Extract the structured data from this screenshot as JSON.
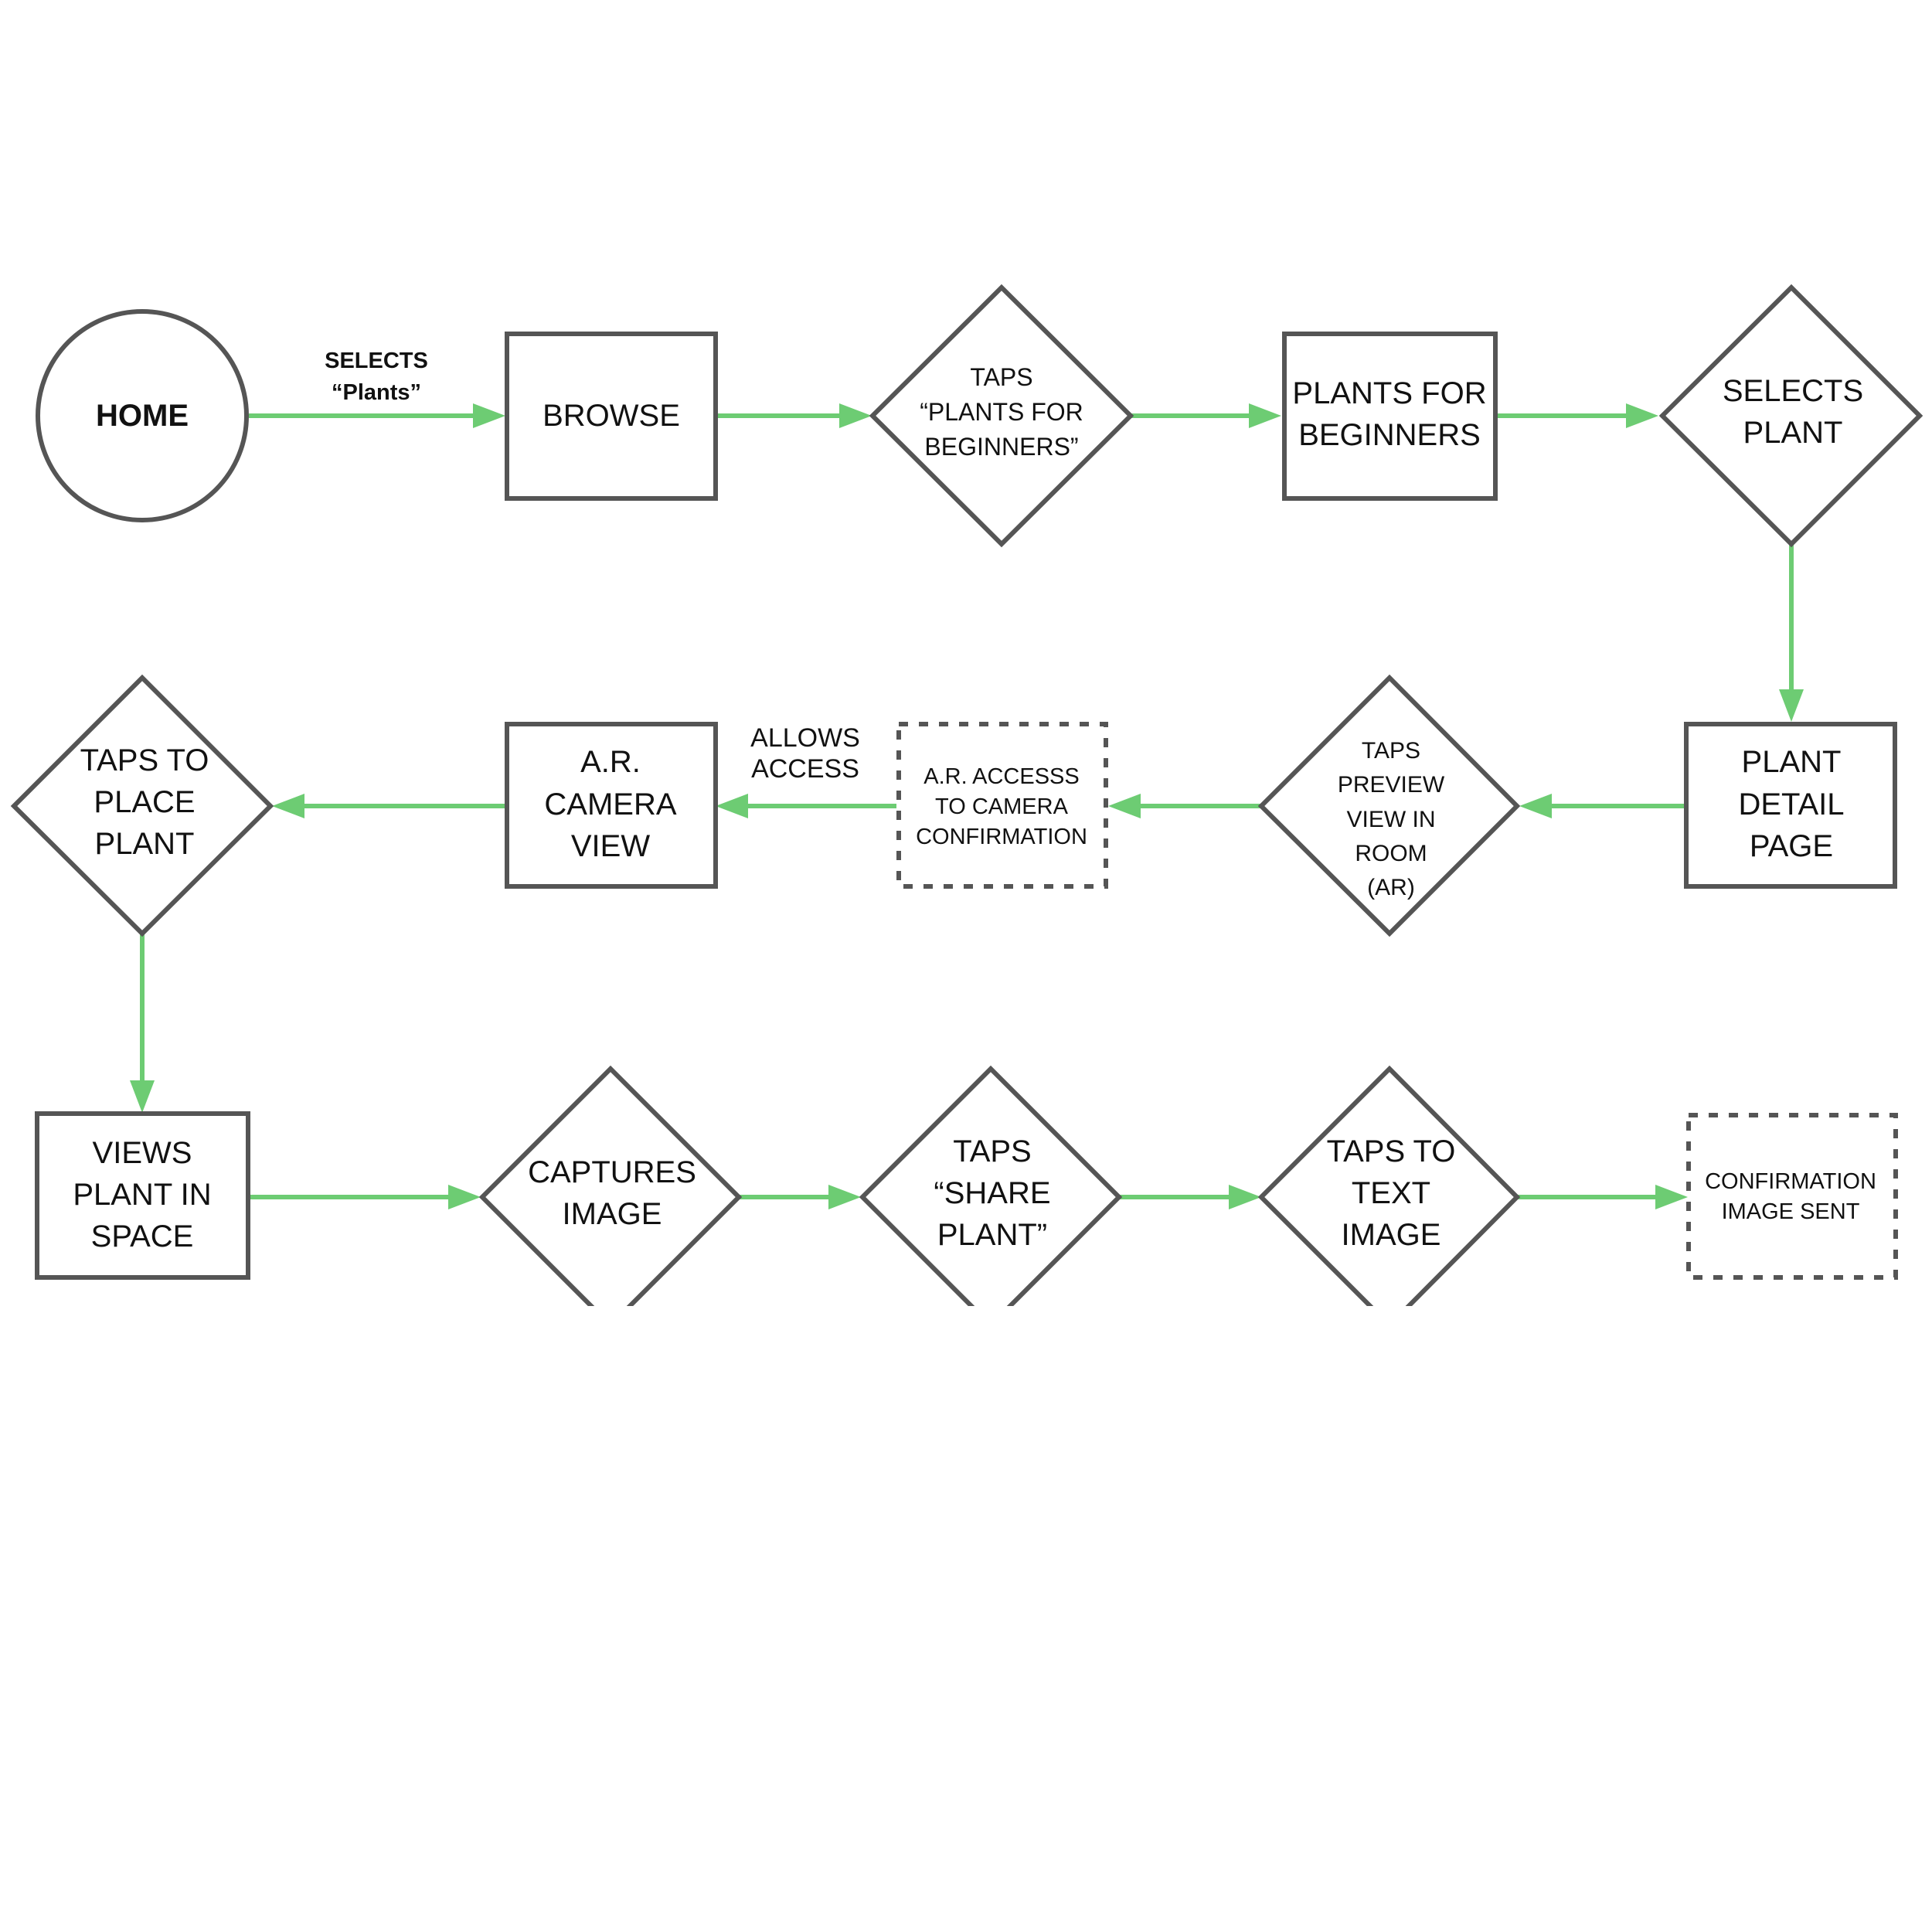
{
  "accent_color": "#6dcc73",
  "outline_color": "#555555",
  "nodes": {
    "home": {
      "lines": [
        "HOME"
      ]
    },
    "browse": {
      "lines": [
        "BROWSE"
      ]
    },
    "taps_plants_for_beginners": {
      "lines": [
        "TAPS",
        "“PLANTS FOR",
        "BEGINNERS”"
      ]
    },
    "plants_for_beginners": {
      "lines": [
        "PLANTS FOR",
        "BEGINNERS"
      ]
    },
    "selects_plant": {
      "lines": [
        "SELECTS",
        "PLANT"
      ]
    },
    "plant_detail_page": {
      "lines": [
        "PLANT",
        "DETAIL",
        "PAGE"
      ]
    },
    "taps_preview": {
      "lines": [
        "TAPS",
        "PREVIEW",
        "VIEW IN",
        "ROOM",
        "(AR)"
      ]
    },
    "ar_access_confirmation": {
      "lines": [
        "A.R. ACCESSS",
        "TO CAMERA",
        "CONFIRMATION"
      ]
    },
    "ar_camera_view": {
      "lines": [
        "A.R.",
        "CAMERA",
        "VIEW"
      ]
    },
    "taps_to_place_plant": {
      "lines": [
        "TAPS TO",
        "PLACE",
        "PLANT"
      ]
    },
    "views_plant_in_space": {
      "lines": [
        "VIEWS",
        "PLANT IN",
        "SPACE"
      ]
    },
    "captures_image": {
      "lines": [
        "CAPTURES",
        "IMAGE"
      ]
    },
    "taps_share_plant": {
      "lines": [
        "TAPS",
        "“SHARE",
        "PLANT”"
      ]
    },
    "taps_to_text_image": {
      "lines": [
        "TAPS TO",
        "TEXT",
        "IMAGE"
      ]
    },
    "confirmation_image_sent": {
      "lines": [
        "CONFIRMATION",
        "IMAGE SENT"
      ]
    }
  },
  "edge_labels": {
    "selects_plants": [
      "SELECTS",
      "“Plants”"
    ],
    "allows_access": [
      "ALLOWS",
      "ACCESS"
    ]
  }
}
